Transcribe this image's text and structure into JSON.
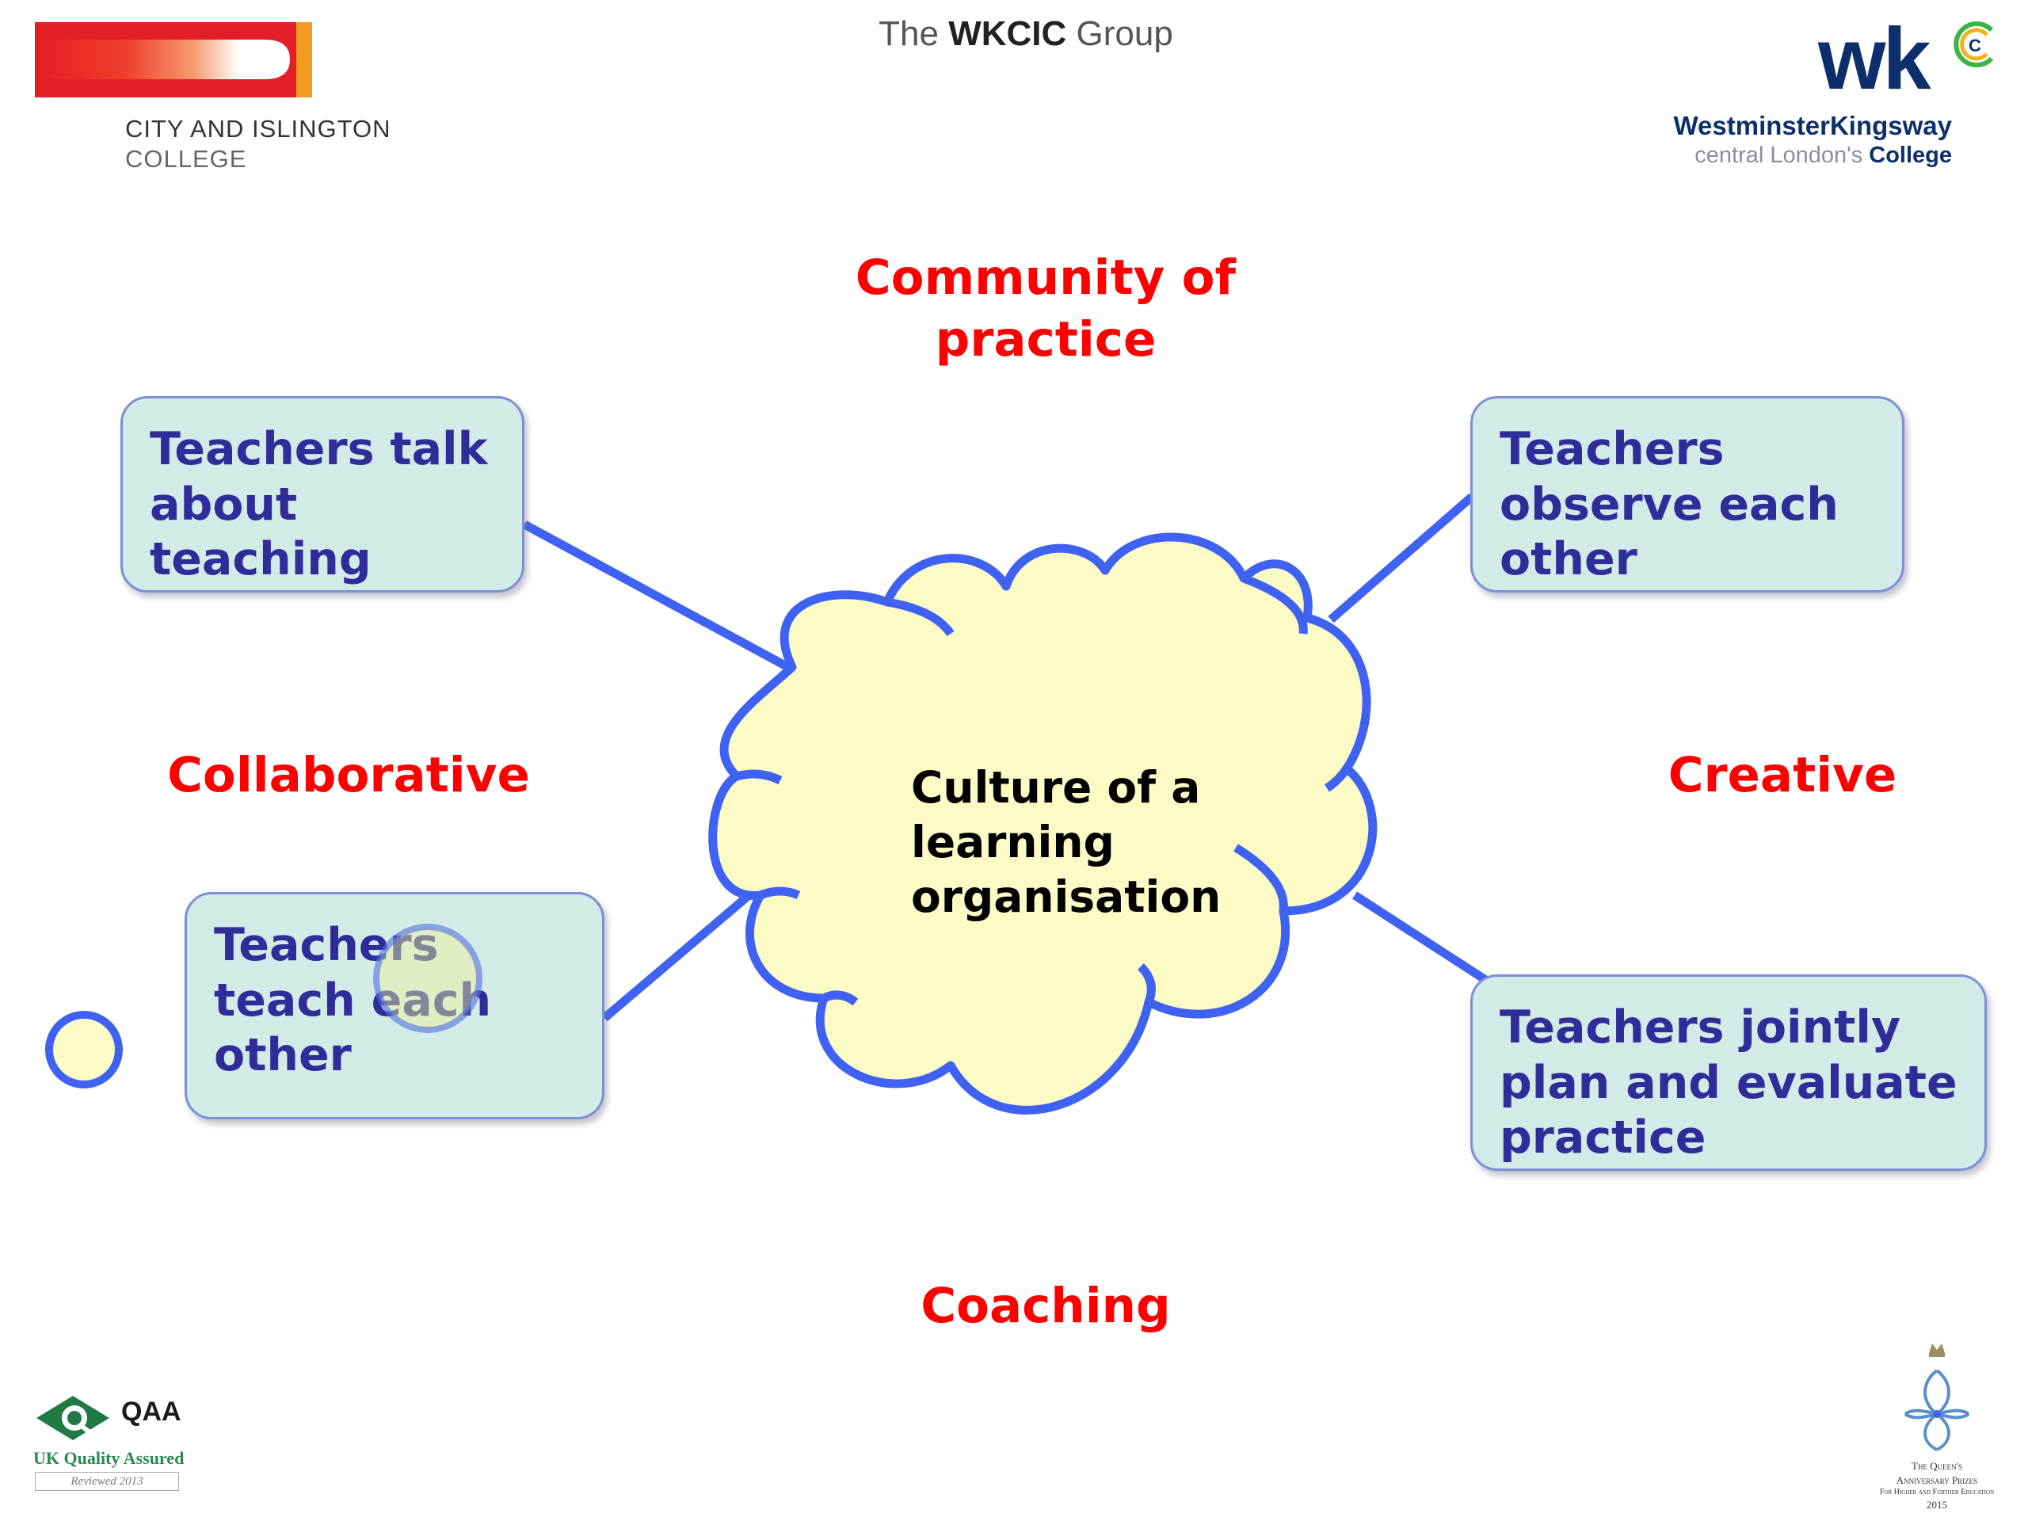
{
  "header": {
    "left_logo": {
      "line1": "CITY AND ISLINGTON",
      "line2": "COLLEGE"
    },
    "center_title": {
      "prefix": "The ",
      "bold": "WKCIC",
      "suffix": " Group"
    },
    "right_logo": {
      "mark": "wk",
      "mark_c": "C",
      "name": "WestminsterKingsway",
      "tagline_prefix": "central London's ",
      "tagline_bold": "College"
    }
  },
  "diagram": {
    "center": "Culture of a learning organisation",
    "themes": {
      "top": "Community of practice",
      "left": "Collaborative",
      "right": "Creative",
      "bottom": "Coaching"
    },
    "boxes": {
      "top_left": "Teachers talk about teaching",
      "top_right": "Teachers observe each other",
      "bottom_left": "Teachers teach each other",
      "bottom_right": "Teachers jointly plan and evaluate practice"
    }
  },
  "footer": {
    "qaa": {
      "name": "QAA",
      "subtitle": "UK Quality Assured",
      "reviewed": "Reviewed 2013"
    },
    "queens_prize": {
      "line1": "The Queen's",
      "line2": "Anniversary Prizes",
      "line3": "For Higher and Further Education",
      "year": "2015"
    }
  },
  "colors": {
    "connector_blue": "#3f62f2",
    "cloud_fill": "#fcfbc6",
    "box_fill": "#d3ebe6",
    "box_text": "#2e2e9b",
    "theme_red": "#ff0000",
    "cic_orange": "#f7941d",
    "cic_red": "#ed1c24",
    "wk_navy": "#0d2f6b"
  }
}
